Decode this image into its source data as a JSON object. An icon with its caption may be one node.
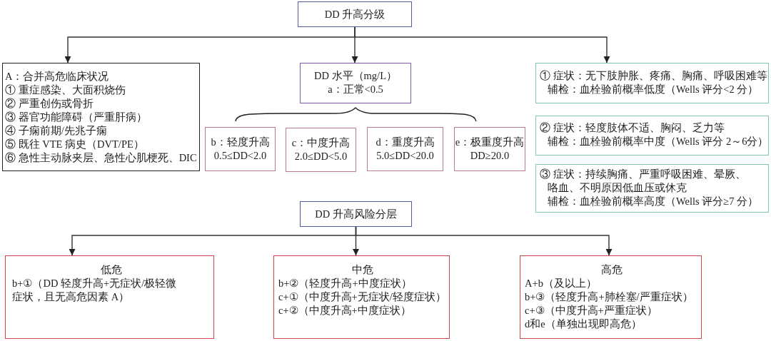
{
  "diagram": {
    "nodes": [
      {
        "text": [
          "DD 升高分级"
        ]
      },
      {
        "text": [
          "A：合并高危临床状况",
          "① 重症感染、大面积烧伤",
          "② 严重创伤或骨折",
          "③ 器官功能障碍（严重肝病）",
          "④ 子痫前期/先兆子痫",
          "⑤ 既往 VTE 病史（DVT/PE）",
          "⑥ 急性主动脉夹层、急性心肌梗死、DIC"
        ]
      },
      {
        "text": [
          "DD 水平（mg/L）",
          "a：正常<0.5"
        ]
      },
      {
        "text": [
          "b：轻度升高",
          "0.5≤DD<2.0"
        ]
      },
      {
        "text": [
          "c：中度升高",
          "2.0≤DD<5.0"
        ]
      },
      {
        "text": [
          "d：重度升高",
          "5.0≤DD<20.0"
        ]
      },
      {
        "text": [
          "e：极重度升高",
          "DD≥20.0"
        ]
      },
      {
        "text": [
          "① 症状：无下肢肿胀、疼痛、胸痛、呼吸困难等",
          "辅检：血栓验前概率低度（Wells 评分<2 分）"
        ]
      },
      {
        "text": [
          "② 症状：轻度肢体不适、胸闷、乏力等",
          "辅检：血栓验前概率中度（Wells 评分 2～6分）"
        ]
      },
      {
        "text": [
          "③ 症状：持续胸痛、严重呼吸困难、晕厥、咯血、不明原因低血压或休克",
          "辅检：血栓验前概率高度（Wells 评分≥7 分）"
        ]
      },
      {
        "text": [
          "DD 升高风险分层"
        ]
      },
      {
        "text": [
          "低危",
          "b+①（DD 轻度升高+无症状/极轻微症状，且无高危因素 A）"
        ]
      },
      {
        "text": [
          "中危",
          "b+②（轻度升高+中度症状）",
          "c+①（中度升高+无症状/轻度症状）",
          "c+②（中度升高+中度症状）"
        ]
      },
      {
        "text": [
          "高危",
          "A+b（及以上）",
          "b+③（轻度升高+肺栓塞/严重症状）",
          "c+③（中度升高+严重症状）",
          "d和e（单独出现即高危）"
        ]
      }
    ],
    "edges": [
      {
        "from": 0,
        "to": 1,
        "arrow": "to"
      },
      {
        "from": 0,
        "to": 2,
        "arrow": "to"
      },
      {
        "from": 0,
        "to": 7,
        "arrow": "to"
      },
      {
        "from": 10,
        "to": 11,
        "arrow": "to"
      },
      {
        "from": 10,
        "to": 12,
        "arrow": "to"
      },
      {
        "from": 10,
        "to": 13,
        "arrow": "to"
      }
    ]
  }
}
